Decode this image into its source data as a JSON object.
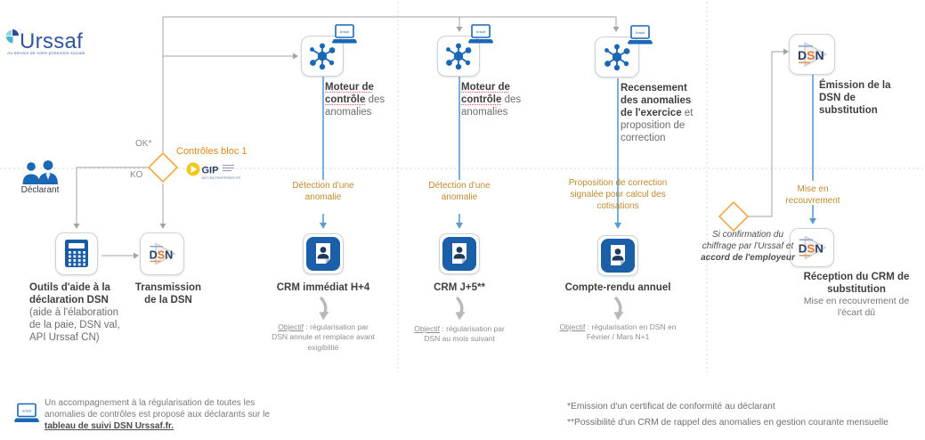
{
  "brand": {
    "name": "Urssaf",
    "tagline": "Au service de notre protection sociale"
  },
  "declarant": {
    "label": "Déclarant"
  },
  "decision": {
    "ok": "OK*",
    "ko": "KO",
    "title": "Contrôles bloc 1",
    "gip": "GIP",
    "gip_sub": "NET-ENTREPRISES.FR"
  },
  "tools": {
    "outils_bold": "Outils d'aide à la déclaration DSN",
    "outils_note": "(aide à l'élaboration de la paie, DSN val, API Urssaf CN)",
    "transmission": "Transmission de la DSN"
  },
  "columns": [
    {
      "engine_bold": "Moteur de contrôle",
      "engine_rest": "des anomalies",
      "event": "Détection d'une anomalie",
      "result": "CRM immédiat H+4",
      "objective_label": "Objectif",
      "objective_rest": " : régularisation par DSN annule et remplace avant exigibilité"
    },
    {
      "engine_bold": "Moteur de contrôle",
      "engine_rest": "des anomalies",
      "event": "Détection d'une anomalie",
      "result": "CRM J+5**",
      "objective_label": "Objectif",
      "objective_rest": " : régularisation par DSN au mois suivant"
    },
    {
      "engine_bold": "Recensement des anomalies de l'exercice",
      "engine_rest": "et proposition de correction",
      "event": "Proposition de correction signalée pour calcul des cotisations",
      "result": "Compte-rendu annuel",
      "objective_label": "Objectif",
      "objective_rest": " : régularisation en DSN en Février / Mars N+1"
    }
  ],
  "substitution": {
    "emission": "Émission de la DSN de substitution",
    "condition_pre": "Si confirmation du chiffrage par l'Urssaf et",
    "condition_bold": "accord de l'employeur",
    "recouvrement": "Mise en recouvrement",
    "reception_bold": "Réception du CRM de substitution",
    "reception_rest": "Mise en recouvrement de l'écart dû"
  },
  "footnotes": {
    "left_text": "Un accompagnement à la régularisation de toutes les anomalies de contrôles est proposé aux déclarants sur le ",
    "left_link": "tableau de suivi DSN Urssaf.fr.",
    "star1": "*Emission d'un certificat de conformité au déclarant",
    "star2": "**Possibilité d'un CRM de rappel des anomalies en gestion courante mensuelle"
  },
  "logos": {
    "dsn_d": "D",
    "dsn_s": "S",
    "dsn_n": "N",
    "laptop_screen": "Urssaf"
  },
  "colors": {
    "accent_blue": "#1a67b5",
    "flow_blue": "#5b9bd5",
    "event_gold": "#c08a2f",
    "control_orange": "#e2861c",
    "diamond_orange": "#f0a848",
    "dsn_navy": "#2b3f66",
    "dsn_orange": "#e8762d"
  }
}
